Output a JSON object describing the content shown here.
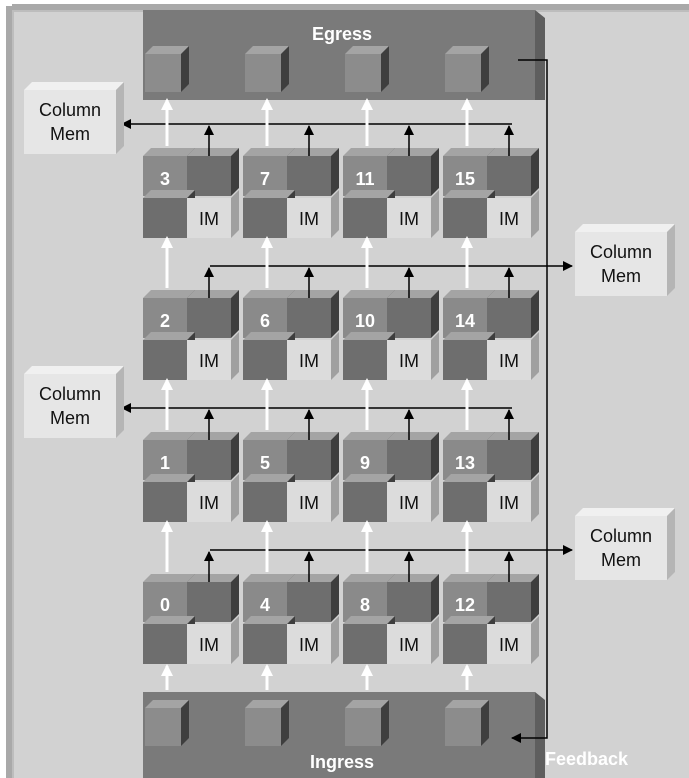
{
  "diagram": {
    "egress_label": "Egress",
    "ingress_label": "Ingress",
    "feedback_label": "Feedback",
    "im_label": "IM",
    "column_mem": [
      {
        "line1": "Column",
        "line2": "Mem",
        "side": "left",
        "row": 3
      },
      {
        "line1": "Column",
        "line2": "Mem",
        "side": "right",
        "row": 2
      },
      {
        "line1": "Column",
        "line2": "Mem",
        "side": "left",
        "row": 1
      },
      {
        "line1": "Column",
        "line2": "Mem",
        "side": "right",
        "row": 0
      }
    ],
    "rows": [
      [
        "3",
        "7",
        "11",
        "15"
      ],
      [
        "2",
        "6",
        "10",
        "14"
      ],
      [
        "1",
        "5",
        "9",
        "13"
      ],
      [
        "0",
        "4",
        "8",
        "12"
      ]
    ],
    "colors": {
      "background": "#d2d2d2",
      "bar": "#7a7a7a",
      "chip_dark": "#6e6e6e",
      "chip_mid": "#8a8a8a",
      "im_box": "#dcdcdc",
      "mem_box": "#e6e6e6",
      "arrow_dark": "#000000",
      "arrow_light": "#ffffff"
    }
  }
}
